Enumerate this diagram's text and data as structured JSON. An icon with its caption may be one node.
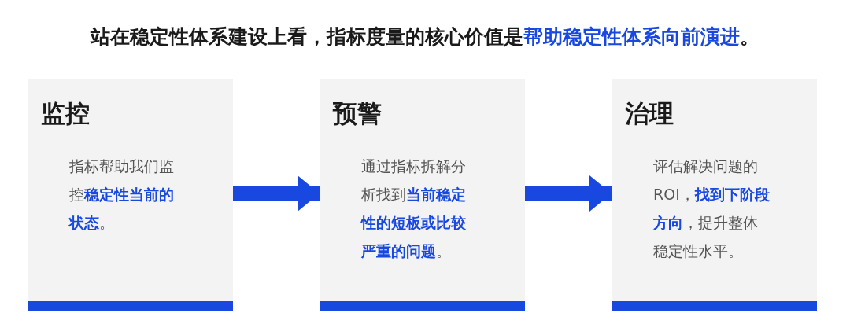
{
  "diagram": {
    "title": "站在稳定性体系建设上看，指标度量的核心价值是**帮助稳定性体系向前演进**。",
    "nodes": [
      {
        "text": [
          "监控",
          "指标帮助我们监控**稳定性当前的状态**。"
        ]
      },
      {
        "text": [
          "预警",
          "通过指标拆解分析找到**当前稳定性的短板或比较严重的问题**。"
        ]
      },
      {
        "text": [
          "治理",
          "评估解决问题的ROI，**找到下阶段方向**，提升整体稳定性水平。"
        ]
      }
    ],
    "edges": [
      {
        "from": 0,
        "to": 1,
        "arrow": "to"
      },
      {
        "from": 1,
        "to": 2,
        "arrow": "to"
      }
    ]
  }
}
